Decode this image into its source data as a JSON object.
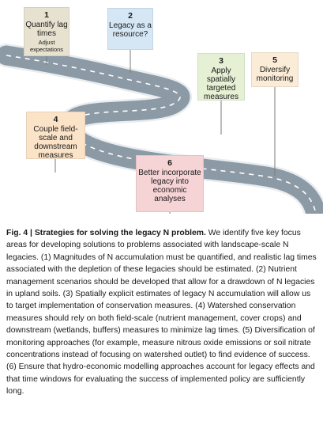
{
  "steps": [
    {
      "num": "1",
      "label": "Quantify lag times",
      "sub": "Adjust expectations",
      "color": "#e7e2cf"
    },
    {
      "num": "2",
      "label": "Legacy as a resource?",
      "color": "#d5e7f5"
    },
    {
      "num": "3",
      "label": "Apply spatially targeted measures",
      "color": "#e5f0d4"
    },
    {
      "num": "4",
      "label": "Couple field-scale and downstream measures",
      "color": "#fbe3c8"
    },
    {
      "num": "5",
      "label": "Diversify monitoring",
      "color": "#fbecd7"
    },
    {
      "num": "6",
      "label": "Better incorporate legacy into economic analyses",
      "color": "#f6d3d5"
    }
  ],
  "road": {
    "color": "#8c9aa6",
    "edge_color": "#e9edf0",
    "dash_color": "#ffffff"
  },
  "caption": {
    "fig_label": "Fig. 4 | Strategies for solving the legacy N problem.",
    "text": " We identify five key focus areas for developing solutions to problems associated with landscape-scale N legacies. (1) Magnitudes of N accumulation must be quantified, and realistic lag times associated with the depletion of these legacies should be estimated. (2) Nutrient management scenarios should be developed that allow for a drawdown of N legacies in upland soils. (3) Spatially explicit estimates of legacy N accumulation will allow us to target implementation of conservation measures. (4) Watershed conservation measures should rely on both field-scale (nutrient management, cover crops) and downstream (wetlands, buffers) measures to minimize lag times. (5) Diversification of monitoring approaches (for example, measure nitrous oxide emissions or soil nitrate concentrations instead of focusing on watershed outlet) to find evidence of success. (6) Ensure that hydro-economic modelling approaches account for legacy effects and that time windows for evaluating the success of implemented policy are sufficiently long."
  }
}
